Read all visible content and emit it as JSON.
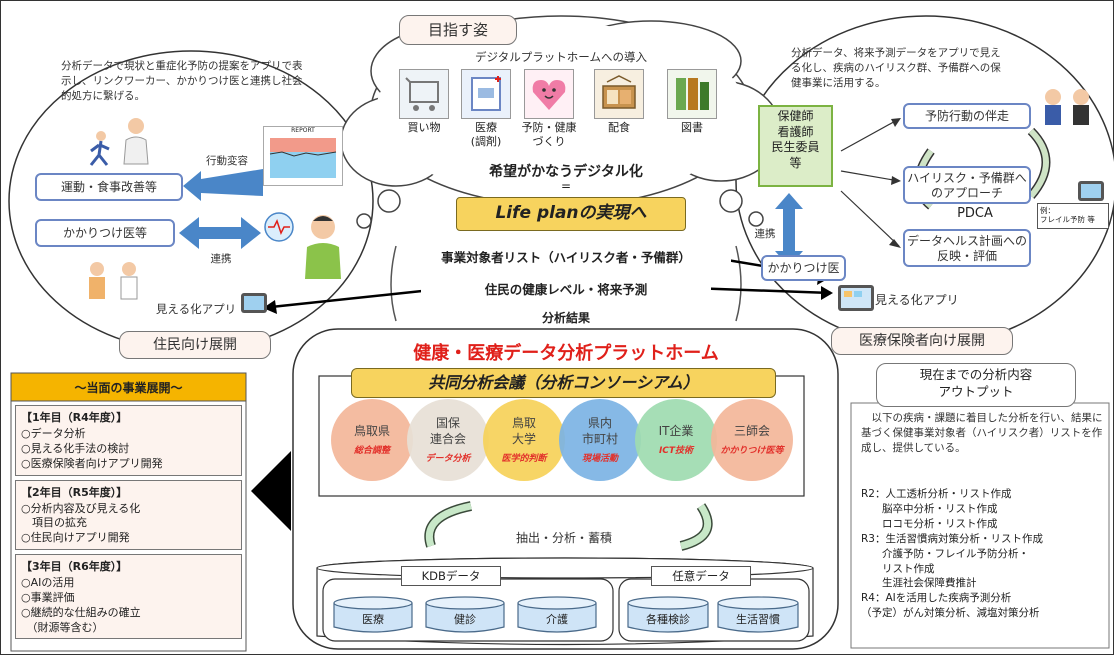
{
  "goal": {
    "tag": "目指す姿",
    "intro": "デジタルプラットホームへの導入",
    "items": [
      {
        "label": "買い物"
      },
      {
        "label": "医療\n(調剤)"
      },
      {
        "label": "予防・健康\nづくり"
      },
      {
        "label": "配食"
      },
      {
        "label": "図書"
      }
    ],
    "slogan": "希望がかなうデジタル化",
    "equals": "=",
    "life_plan": "Life planの実現へ"
  },
  "center_list": {
    "line1": "事業対象者リスト（ハイリスク者・予備群）",
    "line2": "住民の健康レベル・将来予測",
    "line3": "分析結果"
  },
  "residents": {
    "desc": "分析データで現状と重症化予防の提案をアプリで表示し、リンクワーカー、かかりつけ医と連携し社会的処方に繋げる。",
    "behavior": "行動変容",
    "exercise": "運動・食事改善等",
    "doctor": "かかりつけ医等",
    "cooperation": "連携",
    "app": "見える化アプリ",
    "footer": "住民向け展開",
    "graph_title": "REPORT"
  },
  "insurers": {
    "desc": "分析データ、将来予測データをアプリで見える化し、疾病のハイリスク群、予備群への保健事業に活用する。",
    "staff": "保健師\n看護師\n民生委員\n等",
    "steps": [
      "予防行動の伴走",
      "ハイリスク・予備群へのアプローチ",
      "データヘルス計画への反映・評価"
    ],
    "pdca": "PDCA",
    "cooperation": "連携",
    "doctor": "かかりつけ医",
    "app": "見える化アプリ",
    "footer": "医療保険者向け展開",
    "small_note": "例：\nフレイル予防 等"
  },
  "platform": {
    "title": "健康・医療データ分析プラットホーム",
    "consortium": "共同分析会議（分析コンソーシアム）",
    "members": [
      {
        "name": "鳥取県",
        "role": "総合調整",
        "color": "#f4b79a"
      },
      {
        "name": "国保\n連合会",
        "role": "データ分析",
        "color": "#e8e0d6"
      },
      {
        "name": "鳥取\n大学",
        "role": "医学的判断",
        "color": "#f7d25a"
      },
      {
        "name": "県内\n市町村",
        "role": "現場活動",
        "color": "#7cb4e4"
      },
      {
        "name": "IT企業",
        "role": "ICT技術",
        "color": "#9fdcb0"
      },
      {
        "name": "三師会",
        "role": "かかりつけ医等",
        "color": "#f4b79a"
      }
    ],
    "process": "抽出・分析・蓄積",
    "kdb": "KDBデータ",
    "kdb_items": [
      "医療",
      "健診",
      "介護"
    ],
    "optional": "任意データ",
    "optional_items": [
      "各種検診",
      "生活習慣"
    ]
  },
  "phases": {
    "title": "～当面の事業展開～",
    "blocks": [
      {
        "head": "【1年目（R4年度）】",
        "items": [
          "○データ分析",
          "○見える化手法の検討",
          "○医療保険者向けアプリ開発"
        ]
      },
      {
        "head": "【2年目（R5年度）】",
        "items": [
          "○分析内容及び見える化",
          "　項目の拡充",
          "○住民向けアプリ開発"
        ]
      },
      {
        "head": "【3年目（R6年度）】",
        "items": [
          "○AIの活用",
          "○事業評価",
          "○継続的な仕組みの確立",
          "　（財源等含む）"
        ]
      }
    ]
  },
  "output": {
    "title": "現在までの分析内容\nアウトプット",
    "desc": "以下の疾病・課題に着目した分析を行い、結果に基づく保健事業対象者（ハイリスク者）リストを作成し、提供している。",
    "lines": [
      "R2：人工透析分析・リスト作成",
      "　　脳卒中分析・リスト作成",
      "　　ロコモ分析・リスト作成",
      "R3：生活習慣病対策分析・リスト作成",
      "　　介護予防・フレイル予防分析・",
      "　　リスト作成",
      "　　生涯社会保障費推計",
      "R4：AIを活用した疾病予測分析",
      "（予定）がん対策分析、減塩対策分析"
    ]
  },
  "colors": {
    "accent_red": "#e0201a",
    "arrow_blue": "#4a86c8",
    "phase_orange": "#f5b400",
    "life_plan_yellow": "#f7d35e"
  }
}
